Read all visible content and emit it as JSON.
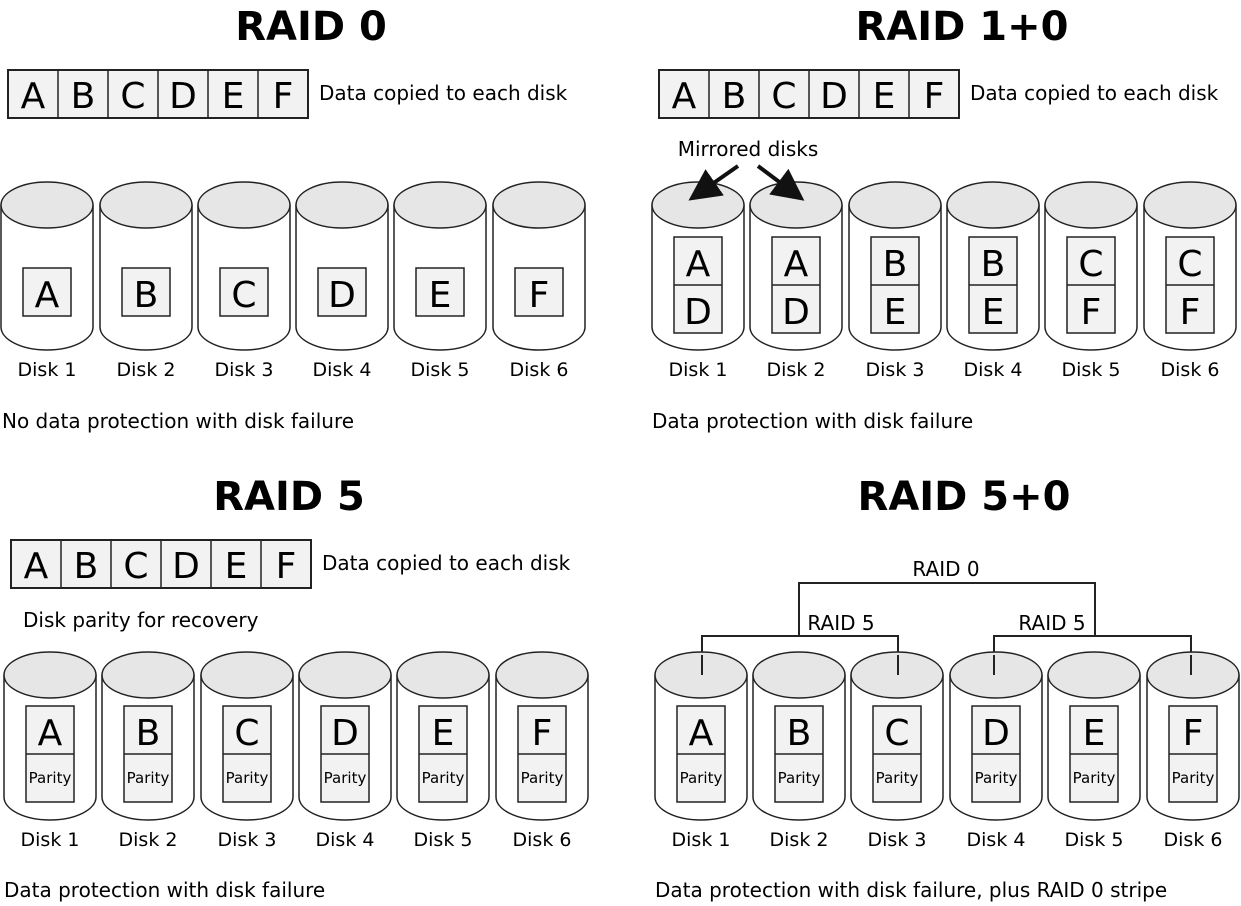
{
  "colors": {
    "disk_top": "#e6e6e6",
    "box_fill": "#f2f2f2",
    "stroke": "#222222"
  },
  "disk_labels": [
    "Disk 1",
    "Disk 2",
    "Disk 3",
    "Disk 4",
    "Disk 5",
    "Disk 6"
  ],
  "panels": [
    {
      "id": "raid0",
      "title": "RAID 0",
      "data_letters": [
        "A",
        "B",
        "C",
        "D",
        "E",
        "F"
      ],
      "data_note": "Data copied to each disk",
      "disk_contents": [
        [
          "A"
        ],
        [
          "B"
        ],
        [
          "C"
        ],
        [
          "D"
        ],
        [
          "E"
        ],
        [
          "F"
        ]
      ],
      "footer": "No data protection with disk failure"
    },
    {
      "id": "raid10",
      "title": "RAID 1+0",
      "data_letters": [
        "A",
        "B",
        "C",
        "D",
        "E",
        "F"
      ],
      "data_note": "Data copied to each disk",
      "mirror_note": "Mirrored disks",
      "disk_contents": [
        [
          "A",
          "D"
        ],
        [
          "A",
          "D"
        ],
        [
          "B",
          "E"
        ],
        [
          "B",
          "E"
        ],
        [
          "C",
          "F"
        ],
        [
          "C",
          "F"
        ]
      ],
      "footer": "Data protection with disk failure"
    },
    {
      "id": "raid5",
      "title": "RAID 5",
      "data_letters": [
        "A",
        "B",
        "C",
        "D",
        "E",
        "F"
      ],
      "data_note": "Data copied to each disk",
      "parity_note": "Disk parity for recovery",
      "parity_label": "Parity",
      "disk_contents": [
        [
          "A"
        ],
        [
          "B"
        ],
        [
          "C"
        ],
        [
          "D"
        ],
        [
          "E"
        ],
        [
          "F"
        ]
      ],
      "footer": "Data protection with disk failure"
    },
    {
      "id": "raid50",
      "title": "RAID 5+0",
      "parity_label": "Parity",
      "tree": {
        "top_label": "RAID 0",
        "left_label": "RAID 5",
        "right_label": "RAID 5"
      },
      "disk_contents": [
        [
          "A"
        ],
        [
          "B"
        ],
        [
          "C"
        ],
        [
          "D"
        ],
        [
          "E"
        ],
        [
          "F"
        ]
      ],
      "footer": "Data protection with disk failure, plus RAID 0 stripe"
    }
  ]
}
